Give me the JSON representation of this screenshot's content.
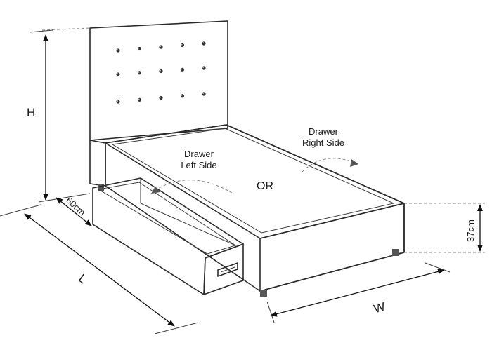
{
  "labels": {
    "height": "H",
    "length": "L",
    "width": "W",
    "drawer_depth": "60cm",
    "base_height": "37cm",
    "drawer_left_line1": "Drawer",
    "drawer_left_line2": "Left Side",
    "drawer_right_line1": "Drawer",
    "drawer_right_line2": "Right Side",
    "or": "OR"
  },
  "colors": {
    "fabric": "#ece9e4",
    "mattress": "#f5f3ef",
    "outline": "#2a2a2a",
    "text": "#1a1a1a"
  },
  "headboard_buttons": {
    "rows": 3,
    "per_row": 5
  }
}
